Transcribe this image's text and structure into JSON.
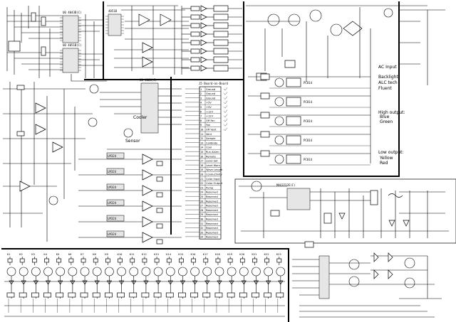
{
  "ics": {
    "ic_left_top": "U0 4043B(C)",
    "ic_left_bottom": "U0 4051B(C)",
    "ic_top_mid": "4051B",
    "ic_center": "U0 4066(C)",
    "ic_power": "MAX3232E(C)"
  },
  "connector": {
    "title": "J5 Board-on-Board",
    "pins": [
      "Ground",
      "Ground",
      "Ground",
      "+5V",
      "+5V",
      "+12V",
      "+12V",
      "Off Fan",
      "Fan",
      "Off Vent",
      "Vent",
      "Sample",
      "Calibrate",
      "Cool",
      "Run Alarm",
      "Remote",
      "Level Set",
      "Level Warn",
      "Wave Length",
      "Conductivity",
      "Color Input",
      "Color Output",
      "Pump",
      "Reserved",
      "Reserved",
      "Reserved",
      "Reserved",
      "Reserved",
      "Reserved",
      "Reserved",
      "Reserved",
      "Reserved",
      "Reserved",
      "Reserved"
    ]
  },
  "labels": {
    "ac_input": "AC Input",
    "backlight": "Backlight",
    "alc": "ALC tech",
    "fluent": "Fluent",
    "high_output": "High output:",
    "blue": "Blue",
    "green": "Green",
    "low_output": "Low output:",
    "yellow": "Yellow",
    "red": "Red",
    "cooler": "Cooler",
    "sensor": "Sensor"
  },
  "op_amps": [
    "LM324",
    "LM324",
    "LM324",
    "LM324",
    "LM324",
    "LM324"
  ],
  "optos": [
    "PC814",
    "PC814",
    "PC814",
    "PC814",
    "PC814"
  ],
  "relay_names": [
    "K1",
    "K2",
    "K3",
    "K4",
    "K5",
    "K6",
    "K7",
    "K8",
    "K9",
    "K10",
    "K11",
    "K12",
    "K13",
    "K14",
    "K15",
    "K16",
    "K17",
    "K18",
    "K19",
    "K20",
    "K21",
    "K22",
    "K23"
  ],
  "colors": {
    "ink": "#000000",
    "paper": "#ffffff",
    "ic_fill": "#e6e6e6"
  }
}
